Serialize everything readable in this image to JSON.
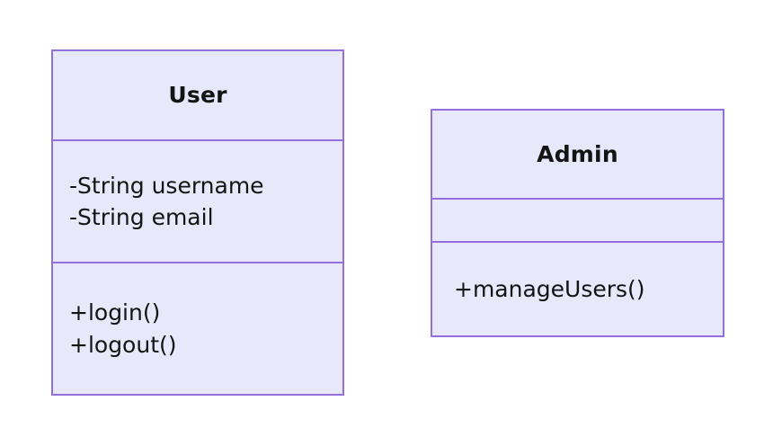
{
  "diagram": {
    "type": "uml-class-diagram",
    "background_color": "#ffffff",
    "box_fill_color": "#e8e8fb",
    "box_border_color": "#9370db",
    "text_color": "#141414",
    "classes": [
      {
        "name": "User",
        "attributes": [
          "-String username",
          "-String email"
        ],
        "methods": [
          "+login()",
          "+logout()"
        ]
      },
      {
        "name": "Admin",
        "attributes": [],
        "methods": [
          "+manageUsers()"
        ]
      }
    ]
  }
}
